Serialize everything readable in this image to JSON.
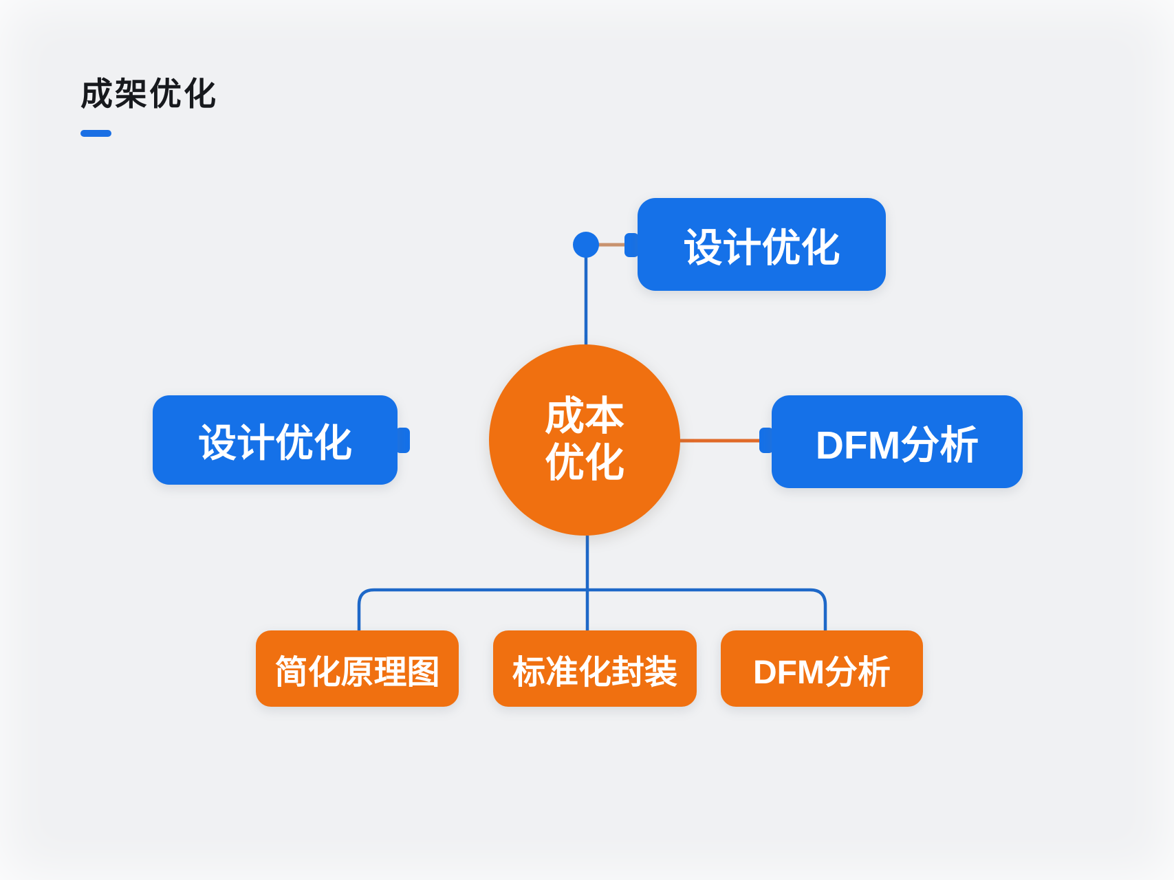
{
  "title": "成架优化",
  "colors": {
    "background": "#f0f1f3",
    "blue_node": "#1571e8",
    "orange_node": "#f07010",
    "blue_line": "#1e68c8",
    "orange_line": "#e06a28",
    "tan_line": "#c8926e",
    "title_text": "#17191d",
    "node_text": "#ffffff",
    "accent_underline": "#1a6fe4"
  },
  "diagram": {
    "center": {
      "line1": "成本",
      "line2": "优化"
    },
    "nodes": {
      "top": {
        "label": "设计优化"
      },
      "left": {
        "label": "设计优化"
      },
      "right": {
        "label": "DFM分析"
      },
      "bottom1": {
        "label": "简化原理图"
      },
      "bottom2": {
        "label": "标准化封装"
      },
      "bottom3": {
        "label": "DFM分析"
      }
    }
  }
}
